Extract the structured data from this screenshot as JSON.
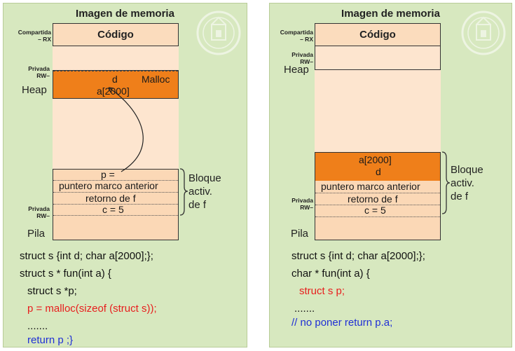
{
  "left": {
    "title": "Imagen de memoria",
    "code_segment": "Código",
    "label_shared": "Compartida",
    "label_shared_perm": "– RX",
    "label_priv_heap": "Privada",
    "label_priv_heap_perm": "RW–",
    "heap_label": "Heap",
    "heap_d": "d",
    "heap_malloc": "Malloc",
    "heap_a": "a[2000]",
    "stack_p": "p =",
    "stack_frame_prev": "puntero marco anterior",
    "stack_return": "retorno de f",
    "stack_c": "c = 5",
    "label_priv_stack": "Privada",
    "label_priv_stack_perm": "RW–",
    "stack_label": "Pila",
    "brace_text": [
      "Bloque",
      "activ.",
      "de f"
    ],
    "code": [
      "struct s {int d; char a[2000];};",
      "struct s * fun(int a) {",
      "struct s *p;",
      "p = malloc(sizeof (struct s));",
      ".......",
      "return p ;}"
    ]
  },
  "right": {
    "title": "Imagen de memoria",
    "code_segment": "Código",
    "label_shared": "Compartida",
    "label_shared_perm": "– RX",
    "label_priv_heap": "Privada",
    "label_priv_heap_perm": "RW–",
    "heap_label": "Heap",
    "stack_a": "a[2000]",
    "stack_d": "d",
    "stack_frame_prev": "puntero marco anterior",
    "stack_return": "retorno de f",
    "stack_c": "c = 5",
    "label_priv_stack": "Privada",
    "label_priv_stack_perm": "RW–",
    "stack_label": "Pila",
    "brace_text": [
      "Bloque",
      "activ.",
      "de f"
    ],
    "code": [
      "struct s {int d; char a[2000];};",
      "char * fun(int a) {",
      "struct s p;",
      ".......",
      "// no poner return p.a;"
    ]
  },
  "colors": {
    "panel_bg": "#d7e8bf",
    "heap_orange": "#ef7f1a",
    "segment_light": "#fbdcbd",
    "red_text": "#e81e1e",
    "blue_text": "#1f2fd6"
  },
  "icons": [
    "university-seal-icon"
  ]
}
